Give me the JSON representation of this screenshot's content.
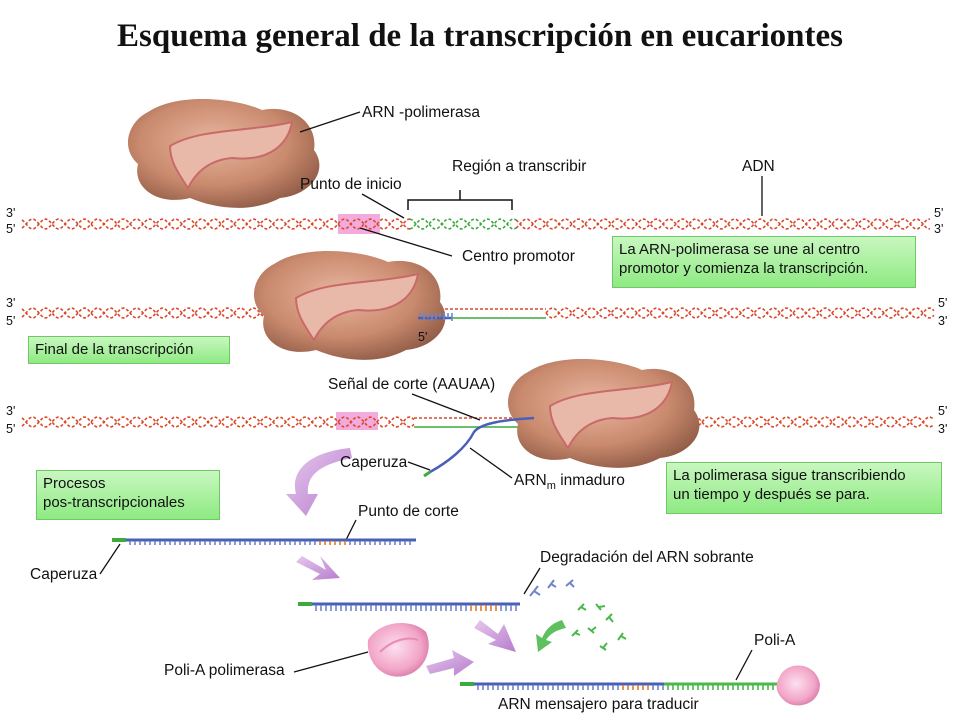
{
  "title": "Esquema general de la transcripción en eucariontes",
  "labels": {
    "arn_polimerasa": "ARN -polimerasa",
    "region_a_transcribir": "Región a transcribir",
    "adn": "ADN",
    "punto_de_inicio": "Punto de inicio",
    "centro_promotor": "Centro promotor",
    "senal_de_corte": "Señal de corte (AAUAA)",
    "caperuza_1": "Caperuza",
    "arnm_prefix": "ARN",
    "arnm_sub": "m",
    "arnm_suffix": " inmaduro",
    "punto_de_corte": "Punto de corte",
    "caperuza_2": "Caperuza",
    "degradacion": "Degradación del ARN sobrante",
    "poli_a": "Poli-A",
    "poli_a_polimerasa": "Poli-A polimerasa",
    "arn_mensajero": "ARN mensajero para traducir"
  },
  "primes": {
    "r1_left_top": "3'",
    "r1_left_bot": "5'",
    "r1_right_top": "5'",
    "r1_right_bot": "3'",
    "r2_left_top": "3'",
    "r2_left_bot": "5'",
    "r2_right_top": "5'",
    "r2_right_bot": "3'",
    "r2_rna_start": "5'",
    "r3_left_top": "3'",
    "r3_left_bot": "5'",
    "r3_right_top": "5'",
    "r3_right_bot": "3'"
  },
  "boxes": {
    "se_une": [
      "La ARN-polimerasa se une al centro",
      "promotor y comienza la transcripción."
    ],
    "final": [
      "Final de la transcripción"
    ],
    "procesos": [
      "Procesos",
      "pos-transcripcionales"
    ],
    "sigue": [
      "La polimerasa sigue transcribiendo",
      "un tiempo y después se para."
    ]
  },
  "colors": {
    "dna_strand": "#d94a2b",
    "transcribed_region": "#3caa3c",
    "promoter_highlight": "#ee88d0",
    "rna_strand": "#4a5fb8",
    "rna_nucleotides": "#6e86c8",
    "cut_region": "#e07a2a",
    "polya_tail": "#4ab84a",
    "polymerase_body": "#c98a6e",
    "polya_polymerase": "#f2a6c8",
    "process_arrow": "#c98bd8",
    "info_box": "#8eea82"
  }
}
